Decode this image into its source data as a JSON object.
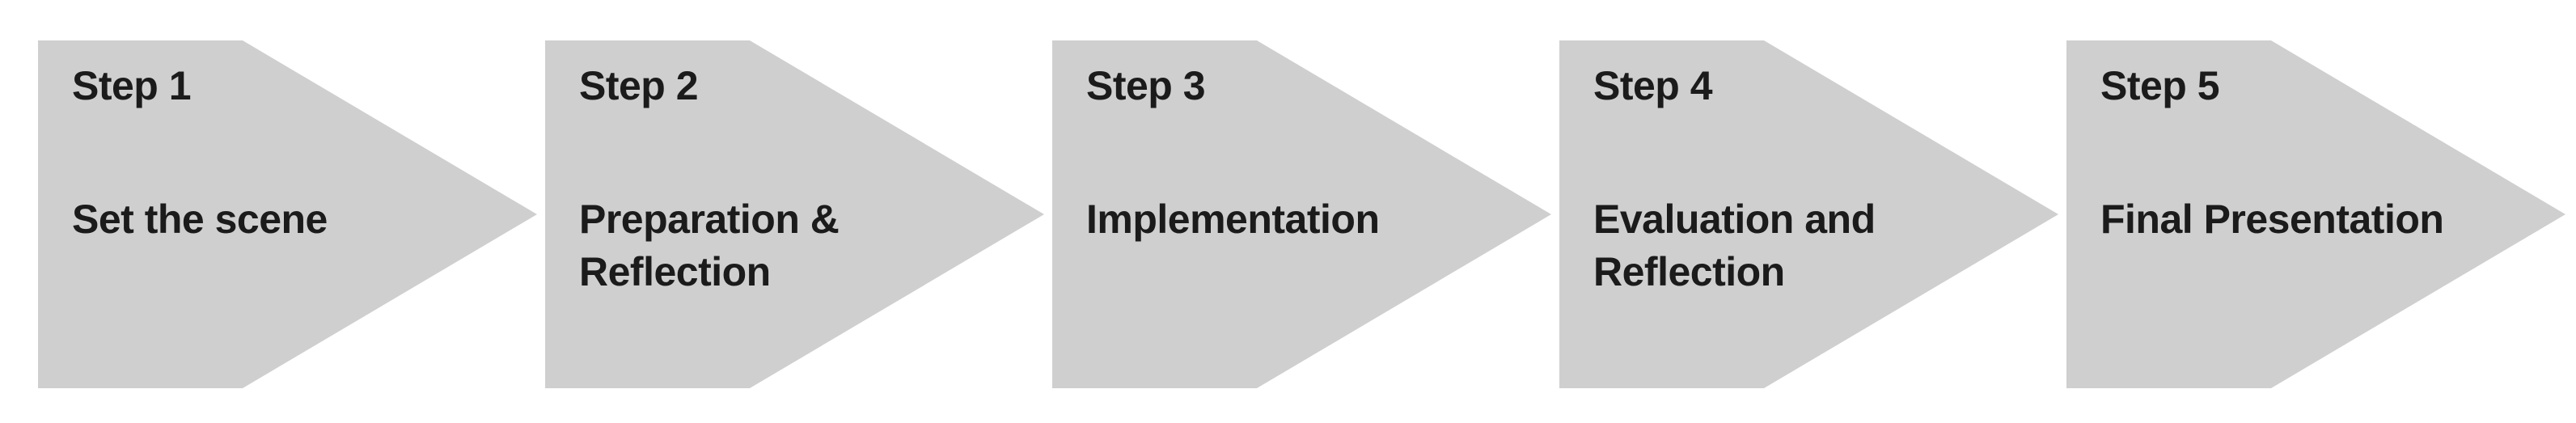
{
  "diagram": {
    "colors": {
      "background": "#ffffff",
      "shape_fill": "#cfcfcf",
      "text": "#1b1b1b"
    },
    "steps": [
      {
        "label": "Step 1",
        "title": "Set the scene"
      },
      {
        "label": "Step 2",
        "title": "Preparation &\nReflection"
      },
      {
        "label": "Step 3",
        "title": "Implementation"
      },
      {
        "label": "Step 4",
        "title": "Evaluation and\nReflection"
      },
      {
        "label": "Step 5",
        "title": "Final Presentation"
      }
    ]
  }
}
